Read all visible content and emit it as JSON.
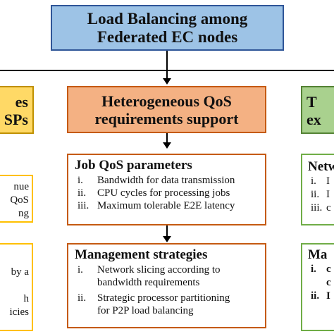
{
  "header": {
    "title_lines": [
      "Load Balancing among",
      "Federated EC nodes"
    ]
  },
  "left_header": {
    "lines": [
      "es",
      "SPs"
    ]
  },
  "center_header": {
    "lines": [
      "Heterogeneous QoS",
      "requirements support"
    ]
  },
  "right_header": {
    "lines": [
      "T",
      "ex"
    ]
  },
  "job_qos": {
    "title": "Job QoS parameters",
    "items": [
      {
        "num": "i.",
        "text": "Bandwidth for data transmission"
      },
      {
        "num": "ii.",
        "text": "CPU cycles for processing jobs"
      },
      {
        "num": "iii.",
        "text": "Maximum tolerable E2E latency"
      }
    ]
  },
  "management": {
    "title": "Management strategies",
    "items": [
      {
        "num": "i.",
        "lines": [
          "Network slicing according to",
          "bandwidth requirements"
        ]
      },
      {
        "num": "ii.",
        "lines": [
          "Strategic processor partitioning",
          "for P2P load balancing"
        ]
      }
    ]
  },
  "left_detail_top": {
    "lines": [
      "nue",
      "QoS",
      "ng"
    ]
  },
  "left_detail_bottom": {
    "lines": [
      "by a",
      "",
      "h",
      "icies"
    ]
  },
  "right_detail_top": {
    "title": "Netw",
    "items": [
      {
        "num": "i.",
        "text": "I"
      },
      {
        "num": "ii.",
        "text": "I"
      },
      {
        "num": "iii.",
        "text": "c"
      }
    ]
  },
  "right_detail_bottom": {
    "title": "Ma",
    "items": [
      {
        "num": "i.",
        "text": "c"
      },
      {
        "num": "",
        "text": "c"
      },
      {
        "num": "ii.",
        "text": "I"
      }
    ]
  }
}
